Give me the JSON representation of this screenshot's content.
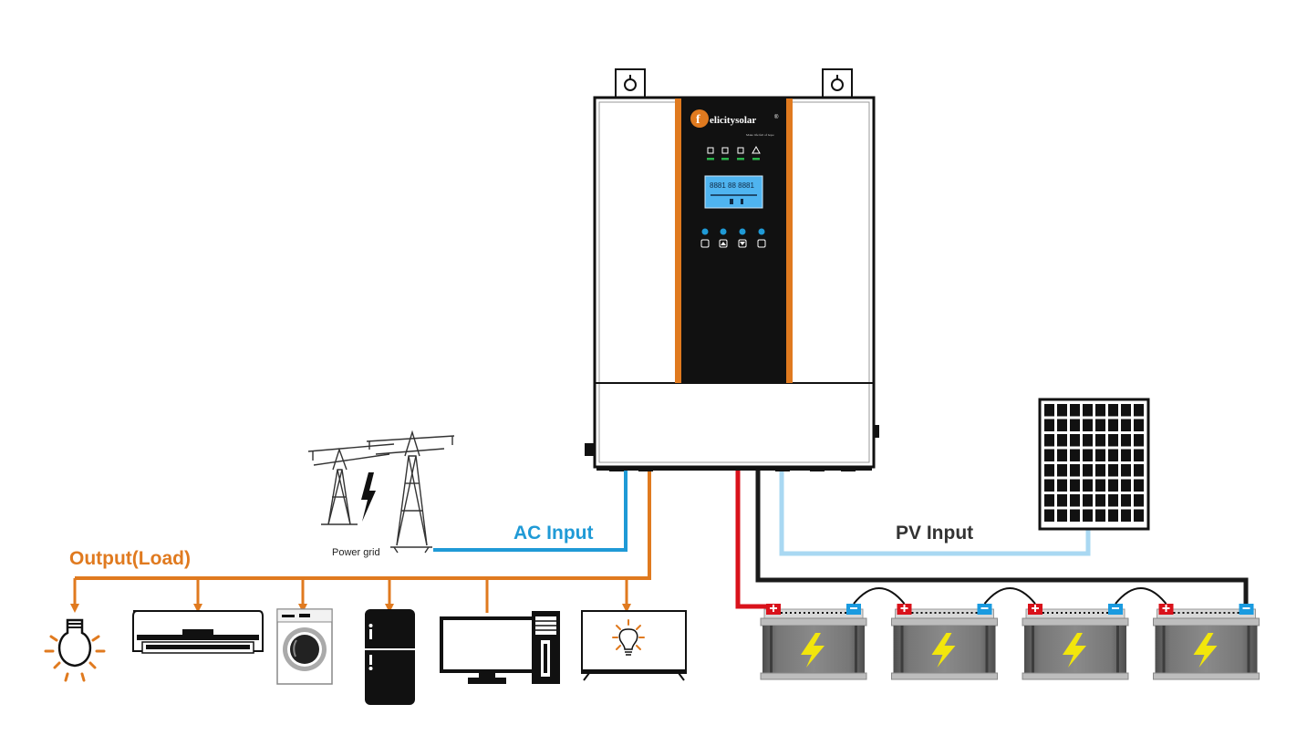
{
  "labels": {
    "output": "Output(Load)",
    "ac_input": "AC Input",
    "pv_input": "PV Input",
    "power_grid": "Power grid"
  },
  "inverter": {
    "brand_first": "f",
    "brand_rest": "elicitysolar",
    "registered": "®",
    "tagline": "Make life full of hope",
    "lcd_readout": "8881 88 8881"
  },
  "colors": {
    "output_wire": "#e07a1f",
    "ac_wire": "#1f9ad6",
    "pv_wire": "#a9d8f2",
    "battery_positive_wire": "#d9121b",
    "battery_negative_wire": "#1a1a1a",
    "terminal_positive": "#d9121b",
    "terminal_negative": "#1a9be0",
    "bolt": "#f2e60c",
    "label_output": "#e07a1f",
    "label_ac": "#1f9ad6",
    "label_pv": "#333333"
  },
  "icons": {
    "loads": [
      "light-bulb-icon",
      "air-conditioner-icon",
      "washing-machine-icon",
      "refrigerator-icon",
      "monitor-icon",
      "pc-tower-icon",
      "television-icon"
    ],
    "grid": "transmission-tower-icon",
    "pv": "solar-panel-icon",
    "battery": "battery-icon"
  },
  "battery_count": 4
}
